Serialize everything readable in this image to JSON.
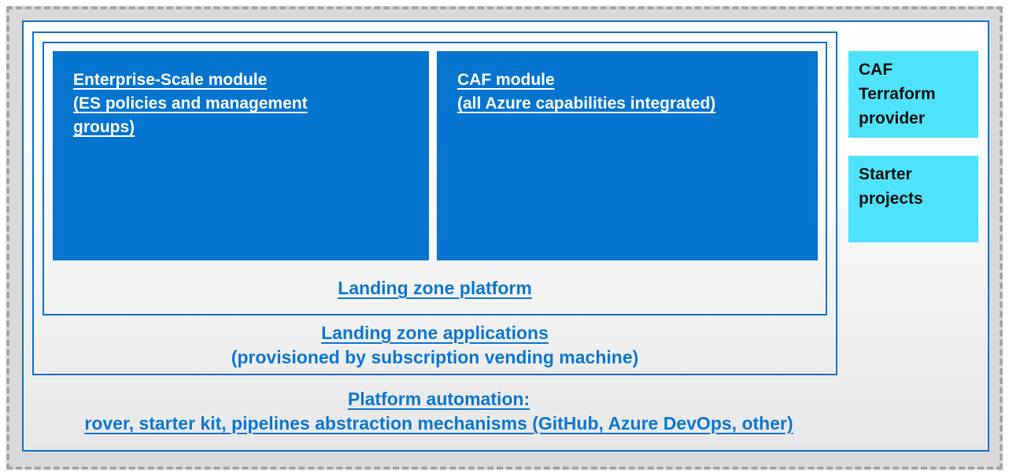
{
  "diagram": {
    "modules": [
      {
        "title": "Enterprise-Scale module",
        "subtitle": "(ES policies and management groups)"
      },
      {
        "title": "CAF module",
        "subtitle": "(all Azure capabilities integrated)"
      }
    ],
    "labels": {
      "platform": "Landing zone platform",
      "applications_title": "Landing zone applications",
      "applications_subtitle": "(provisioned by subscription vending machine)",
      "automation_title": "Platform automation:",
      "automation_subtitle": "rover, starter kit, pipelines abstraction mechanisms (GitHub, Azure DevOps, other)"
    },
    "side_boxes": [
      {
        "label": "CAF Terraform provider"
      },
      {
        "label": "Starter projects"
      }
    ],
    "colors": {
      "module_blue": "#0575cf",
      "border_blue": "#0a74c9",
      "label_blue": "#0a78d2",
      "side_box_cyan": "#4ee2fb",
      "frame_fill_gray": "#d9d9d9",
      "frame_dash_gray": "#a6a6a6"
    }
  }
}
